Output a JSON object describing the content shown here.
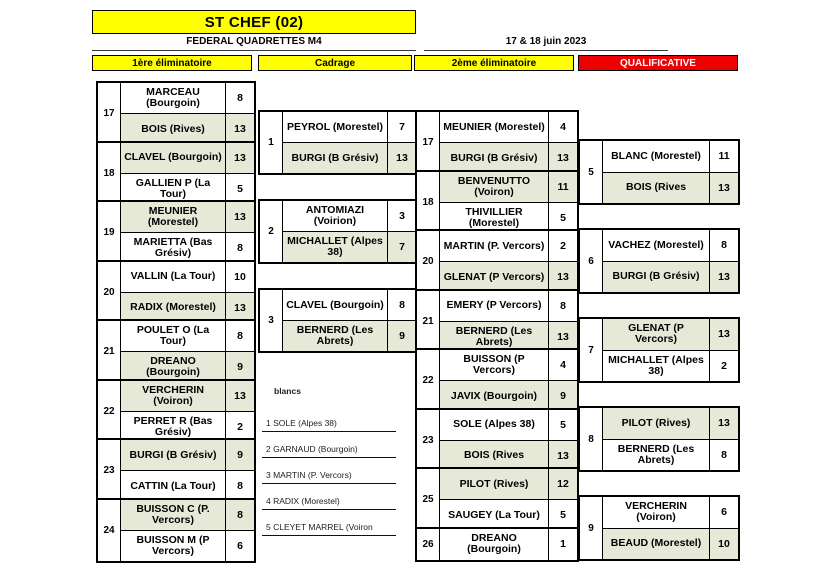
{
  "header": {
    "title": "ST CHEF (02)",
    "subtitle": "FEDERAL QUADRETTES  M4",
    "date": "17 & 18 juin 2023"
  },
  "banners": [
    {
      "label": "1ère éliminatoire",
      "color": "#ffff00",
      "text_color": "#000000"
    },
    {
      "label": "Cadrage",
      "color": "#ffff00",
      "text_color": "#000000"
    },
    {
      "label": "2ème éliminatoire",
      "color": "#ffff00",
      "text_color": "#000000"
    },
    {
      "label": "QUALIFICATIVE",
      "color": "#ed0000",
      "text_color": "#ffffff"
    }
  ],
  "colors": {
    "winner_highlight": "#e6e9d8",
    "accent_yellow": "#ffff00",
    "accent_red": "#ed0000",
    "border": "#000000"
  },
  "columns": [
    {
      "name": "1ere-eliminatoire",
      "matches": [
        {
          "num": "17",
          "teams": [
            {
              "name": "MARCEAU (Bourgoin)",
              "score": "8",
              "winner": false
            },
            {
              "name": "BOIS (Rives)",
              "score": "13",
              "winner": true
            }
          ]
        },
        {
          "num": "18",
          "teams": [
            {
              "name": "CLAVEL (Bourgoin)",
              "score": "13",
              "winner": true
            },
            {
              "name": "GALLIEN P (La Tour)",
              "score": "5",
              "winner": false
            }
          ]
        },
        {
          "num": "19",
          "teams": [
            {
              "name": "MEUNIER (Morestel)",
              "score": "13",
              "winner": true
            },
            {
              "name": "MARIETTA (Bas Grésiv)",
              "score": "8",
              "winner": false
            }
          ]
        },
        {
          "num": "20",
          "teams": [
            {
              "name": "VALLIN (La Tour)",
              "score": "10",
              "winner": false
            },
            {
              "name": "RADIX (Morestel)",
              "score": "13",
              "winner": true
            }
          ]
        },
        {
          "num": "21",
          "teams": [
            {
              "name": "POULET O (La Tour)",
              "score": "8",
              "winner": false
            },
            {
              "name": "DREANO (Bourgoin)",
              "score": "9",
              "winner": true
            }
          ]
        },
        {
          "num": "22",
          "teams": [
            {
              "name": "VERCHERIN (Voiron)",
              "score": "13",
              "winner": true
            },
            {
              "name": "PERRET R (Bas Grésiv)",
              "score": "2",
              "winner": false
            }
          ]
        },
        {
          "num": "23",
          "teams": [
            {
              "name": "BURGI (B Grésiv)",
              "score": "9",
              "winner": true
            },
            {
              "name": "CATTIN (La Tour)",
              "score": "8",
              "winner": false
            }
          ]
        },
        {
          "num": "24",
          "teams": [
            {
              "name": "BUISSON C (P. Vercors)",
              "score": "8",
              "winner": true
            },
            {
              "name": "BUISSON M (P Vercors)",
              "score": "6",
              "winner": false
            }
          ]
        }
      ]
    },
    {
      "name": "cadrage",
      "matches": [
        {
          "num": "1",
          "teams": [
            {
              "name": "PEYROL (Morestel)",
              "score": "7",
              "winner": false
            },
            {
              "name": "BURGI (B Grésiv)",
              "score": "13",
              "winner": true
            }
          ]
        },
        {
          "num": "2",
          "teams": [
            {
              "name": "ANTOMIAZI (Voirion)",
              "score": "3",
              "winner": false
            },
            {
              "name": "MICHALLET (Alpes 38)",
              "score": "7",
              "winner": true
            }
          ]
        },
        {
          "num": "3",
          "teams": [
            {
              "name": "CLAVEL (Bourgoin)",
              "score": "8",
              "winner": false
            },
            {
              "name": "BERNERD (Les Abrets)",
              "score": "9",
              "winner": true
            }
          ]
        }
      ]
    },
    {
      "name": "2eme-eliminatoire",
      "matches": [
        {
          "num": "17",
          "teams": [
            {
              "name": "MEUNIER (Morestel)",
              "score": "4",
              "winner": false
            },
            {
              "name": "BURGI (B Grésiv)",
              "score": "13",
              "winner": true
            }
          ]
        },
        {
          "num": "18",
          "teams": [
            {
              "name": "BENVENUTTO (Voiron)",
              "score": "11",
              "winner": true
            },
            {
              "name": "THIVILLIER (Morestel)",
              "score": "5",
              "winner": false
            }
          ]
        },
        {
          "num": "20",
          "teams": [
            {
              "name": "MARTIN (P. Vercors)",
              "score": "2",
              "winner": false
            },
            {
              "name": "GLENAT (P Vercors)",
              "score": "13",
              "winner": true
            }
          ]
        },
        {
          "num": "21",
          "teams": [
            {
              "name": "EMERY (P Vercors)",
              "score": "8",
              "winner": false
            },
            {
              "name": "BERNERD (Les Abrets)",
              "score": "13",
              "winner": true
            }
          ]
        },
        {
          "num": "22",
          "teams": [
            {
              "name": "BUISSON (P Vercors)",
              "score": "4",
              "winner": false
            },
            {
              "name": "JAVIX (Bourgoin)",
              "score": "9",
              "winner": true
            }
          ]
        },
        {
          "num": "23",
          "teams": [
            {
              "name": "SOLE (Alpes 38)",
              "score": "5",
              "winner": false
            },
            {
              "name": "BOIS (Rives",
              "score": "13",
              "winner": true
            }
          ]
        },
        {
          "num": "25",
          "teams": [
            {
              "name": "PILOT (Rives)",
              "score": "12",
              "winner": true
            },
            {
              "name": "SAUGEY (La Tour)",
              "score": "5",
              "winner": false
            }
          ]
        },
        {
          "num": "26",
          "teams": [
            {
              "name": "DREANO (Bourgoin)",
              "score": "1",
              "winner": false
            }
          ]
        }
      ]
    },
    {
      "name": "qualificative",
      "matches": [
        {
          "num": "5",
          "teams": [
            {
              "name": "BLANC (Morestel)",
              "score": "11",
              "winner": false
            },
            {
              "name": "BOIS (Rives",
              "score": "13",
              "winner": true
            }
          ]
        },
        {
          "num": "6",
          "teams": [
            {
              "name": "VACHEZ (Morestel)",
              "score": "8",
              "winner": false
            },
            {
              "name": "BURGI (B Grésiv)",
              "score": "13",
              "winner": true
            }
          ]
        },
        {
          "num": "7",
          "teams": [
            {
              "name": "GLENAT (P Vercors)",
              "score": "13",
              "winner": true
            },
            {
              "name": "MICHALLET (Alpes 38)",
              "score": "2",
              "winner": false
            }
          ]
        },
        {
          "num": "8",
          "teams": [
            {
              "name": "PILOT (Rives)",
              "score": "13",
              "winner": true
            },
            {
              "name": "BERNERD (Les Abrets)",
              "score": "8",
              "winner": false
            }
          ]
        },
        {
          "num": "9",
          "teams": [
            {
              "name": "VERCHERIN (Voiron)",
              "score": "6",
              "winner": false
            },
            {
              "name": "BEAUD (Morestel)",
              "score": "10",
              "winner": true
            }
          ]
        }
      ]
    }
  ],
  "blancs": {
    "title": "blancs",
    "items": [
      "1 SOLE (Alpes 38)",
      "2 GARNAUD (Bourgoin)",
      "3 MARTIN (P. Vercors)",
      "4 RADIX (Morestel)",
      "5 CLEYET MARREL (Voiron"
    ]
  }
}
